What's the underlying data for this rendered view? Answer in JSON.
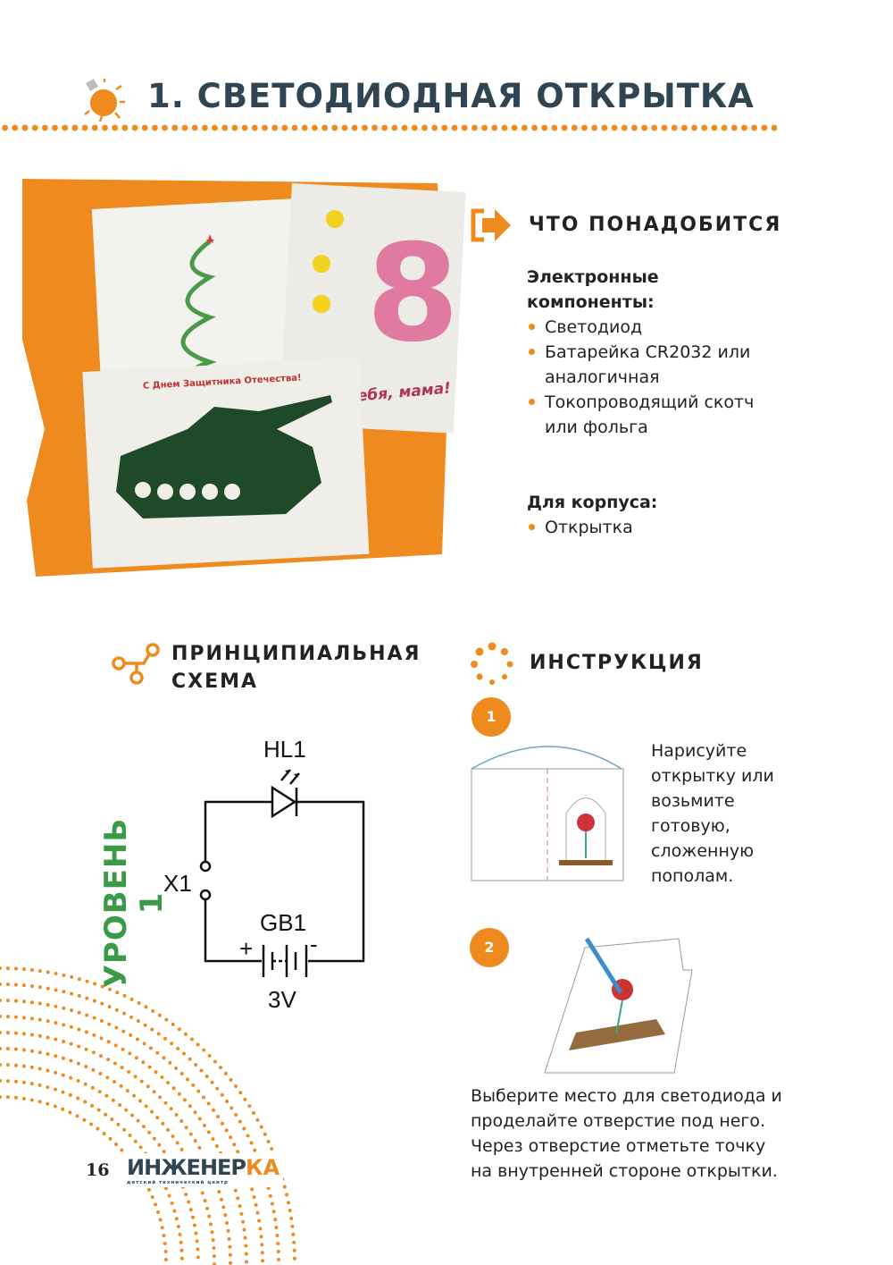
{
  "header": {
    "title": "1. СВЕТОДИОДНАЯ ОТКРЫТКА",
    "icon": "lightbulb-icon"
  },
  "photo": {
    "card1_text": "С Днем Защитника Отечества!",
    "card2_text": "тебя, мама!",
    "card2_number": "8"
  },
  "needs": {
    "heading": "ЧТО ПОНАДОБИТСЯ",
    "electronics_label": "Электронные компоненты:",
    "electronics": [
      "Светодиод",
      "Батарейка CR2032 или аналогичная",
      "Токопроводящий скотч или фольга"
    ],
    "body_label": "Для корпуса:",
    "body": [
      "Открытка"
    ]
  },
  "schematic": {
    "heading_line1": "ПРИНЦИПИАЛЬНАЯ",
    "heading_line2": "СХЕМА",
    "led": "HL1",
    "connector": "X1",
    "battery": "GB1",
    "voltage": "3V",
    "plus": "+",
    "minus": "-"
  },
  "instructions": {
    "heading": "ИНСТРУКЦИЯ",
    "steps": [
      {
        "n": "1",
        "text": "Нарисуйте открытку или возьмите готовую, сложенную пополам."
      },
      {
        "n": "2",
        "text": "Выберите место для светодиода и проделайте отверстие под него. Через отверстие отметьте точку на внутренней стороне открытки."
      }
    ]
  },
  "level": "УРОВЕНЬ 1",
  "footer": {
    "page": "16",
    "logo_main": "ИНЖЕНЕР",
    "logo_accent": "КА",
    "logo_sub": "детский технический центр"
  },
  "colors": {
    "accent": "#ee8a1e",
    "title": "#2f4554",
    "level": "#3a9a48"
  }
}
